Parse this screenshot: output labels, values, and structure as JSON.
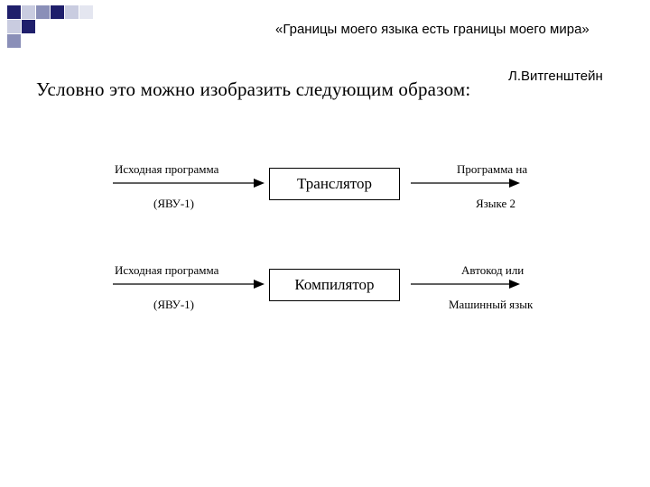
{
  "colors": {
    "square_dark": "#1f1f6b",
    "square_mid": "#8a8fb8",
    "square_light": "#c9cce0",
    "square_pale": "#e4e6f0"
  },
  "quote": {
    "text": "«Границы моего языка есть границы моего мира»",
    "author": "Л.Витгенштейн"
  },
  "heading": "Условно это можно изобразить следующим образом:",
  "diagram": {
    "row1": {
      "input_label": "Исходная программа",
      "input_lang": "(ЯВУ-1)",
      "box": "Транслятор",
      "output_line1": "Программа на",
      "output_line2": "Языке 2"
    },
    "row2": {
      "input_label": "Исходная программа",
      "input_lang": "(ЯВУ-1)",
      "box": "Компилятор",
      "output_line1": "Автокод или",
      "output_line2": "Машинный язык"
    }
  }
}
